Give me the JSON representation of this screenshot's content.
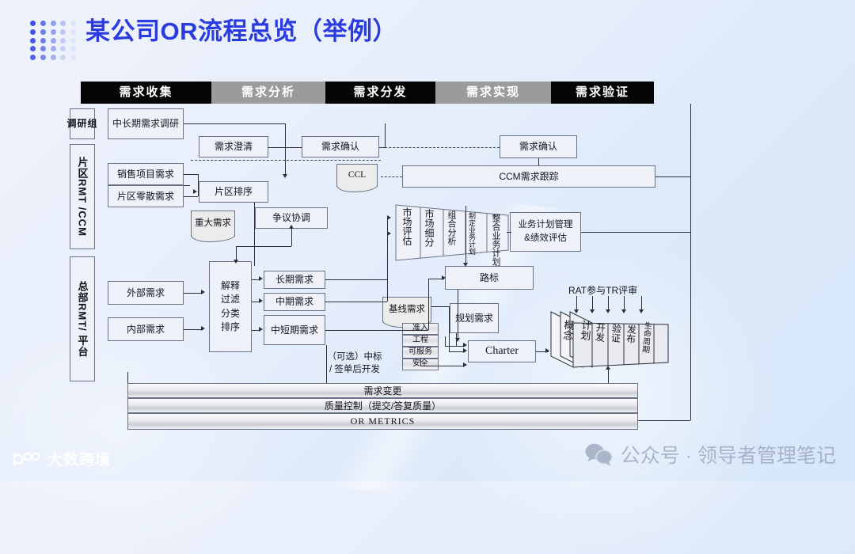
{
  "header": {
    "title": "某公司OR流程总览（举例）",
    "logo_icon": "dot-grid-icon"
  },
  "phases": [
    {
      "label": "需求收集",
      "style": "dark",
      "width": 165
    },
    {
      "label": "需求分析",
      "style": "grey",
      "width": 144
    },
    {
      "label": "需求分发",
      "style": "dark",
      "width": 139
    },
    {
      "label": "需求实现",
      "style": "grey",
      "width": 146
    },
    {
      "label": "需求验证",
      "style": "dark",
      "width": 130
    }
  ],
  "swimlanes": [
    {
      "label": "调研组"
    },
    {
      "label": "片区RMT /CCM"
    },
    {
      "label": "总部RMT/ 平台"
    }
  ],
  "nodes": {
    "mid_long_term_survey": "中长期需求调研",
    "sales_project_demand": "销售项目需求",
    "region_scattered_demand": "片区零散需求",
    "external_demand": "外部需求",
    "internal_demand": "内部需求",
    "demand_clarify": "需求澄清",
    "demand_confirm_1": "需求确认",
    "demand_confirm_2": "需求确认",
    "ccm_tracking": "CCM需求跟踪",
    "region_sorting": "片区排序",
    "dispute_coordination": "争议协调",
    "major_demand": "重大需求",
    "ccl": "CCL",
    "interpret_filter": "解释\n过滤\n分类\n排序",
    "long_term_demand": "长期需求",
    "mid_term_demand": "中期需求",
    "short_mid_demand": "中短期需求",
    "optional_note": "（可选）中标\n/ 签单后开发",
    "roadmap": "路标",
    "baseline_demand": "基线需求",
    "planning_demand": "规划需求",
    "charter": "Charter",
    "business_plan_mgmt": "业务计划管理\n&绩效评估",
    "rat_review": "RAT参与TR评审"
  },
  "funnel_stages": [
    "市场评估",
    "市场细分",
    "组合分析",
    "制定业务计划",
    "整合业务计划"
  ],
  "baseline_items": [
    "准入",
    "工程",
    "可服务",
    "安全"
  ],
  "lifecycle_stages": [
    "概念",
    "计划",
    "开发",
    "验证",
    "发布",
    "生命周期"
  ],
  "bottom_bars": [
    "需求变更",
    "质量控制（提交/答复质量）",
    "OR  METRICS"
  ],
  "watermarks": {
    "left_logo_icon": "brand-logo-icon",
    "left_text": "大数跨境",
    "right_icon": "wechat-icon",
    "right_text": "公众号 · 领导者管理笔记"
  },
  "colors": {
    "title": "#2a3ce0",
    "tab_dark": "#050505",
    "tab_grey": "#9b9b9b",
    "line": "#2b2f3a",
    "box_fill": "#eef1f8"
  }
}
